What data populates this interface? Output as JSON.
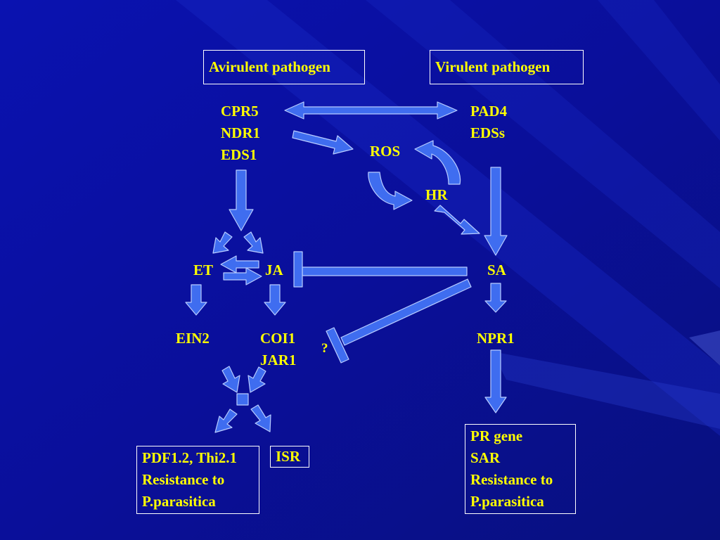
{
  "colors": {
    "background": "#0a0f9a",
    "text": "#ffff00",
    "arrow_fill": "#3f6df0",
    "arrow_stroke": "#b8ccff",
    "box_border": "#ffffff"
  },
  "boxes": {
    "avirulent": "Avirulent pathogen",
    "virulent": "Virulent pathogen",
    "pdf": "PDF1.2, Thi2.1\nResistance to\nP.parasitica",
    "isr": "ISR",
    "pr": "PR gene\nSAR\nResistance to\nP.parasitica"
  },
  "nodes": {
    "cpr5_group": "CPR5\nNDR1\nEDS1",
    "pad4_group": "PAD4\nEDSs",
    "ros": "ROS",
    "hr": "HR",
    "et": "ET",
    "ja": "JA",
    "sa": "SA",
    "ein2": "EIN2",
    "coi1_group": "COI1\nJAR1",
    "question": "?",
    "npr1": "NPR1"
  }
}
